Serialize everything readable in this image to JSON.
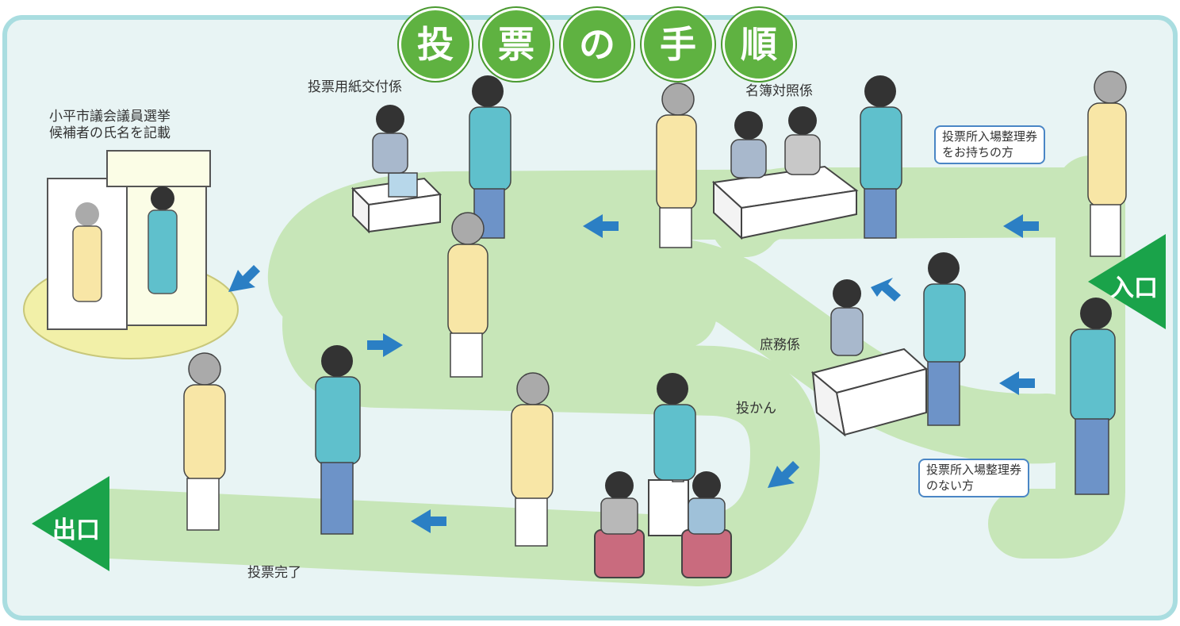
{
  "title_chars": [
    "投",
    "票",
    "の",
    "手",
    "順"
  ],
  "entrance_label": "入口",
  "exit_label": "出口",
  "steps": {
    "ticket_holders": [
      "投票所入場整理券",
      "をお持ちの方"
    ],
    "no_ticket": [
      "投票所入場整理券",
      "のない方"
    ],
    "registry_check": "名簿対照係",
    "general_affairs": "庶務係",
    "ballot_issuer": "投票用紙交付係",
    "booth_instructions": [
      "小平市議会議員選挙",
      "候補者の氏名を記載"
    ],
    "ballot_box": "投かん",
    "complete": "投票完了"
  },
  "colors": {
    "background": "#e8f4f4",
    "frame": "#a9dde0",
    "path": "#c7e6b8",
    "accent_green": "#5fb241",
    "gate_green": "#1aa34a",
    "arrow_blue": "#2b7fc4",
    "booth_area": "#f2f0a8"
  },
  "icons": [
    "voter-figure-icon",
    "clerk-figure-icon",
    "blue-arrow-icon",
    "ballot-box-icon",
    "voting-booth-icon"
  ]
}
